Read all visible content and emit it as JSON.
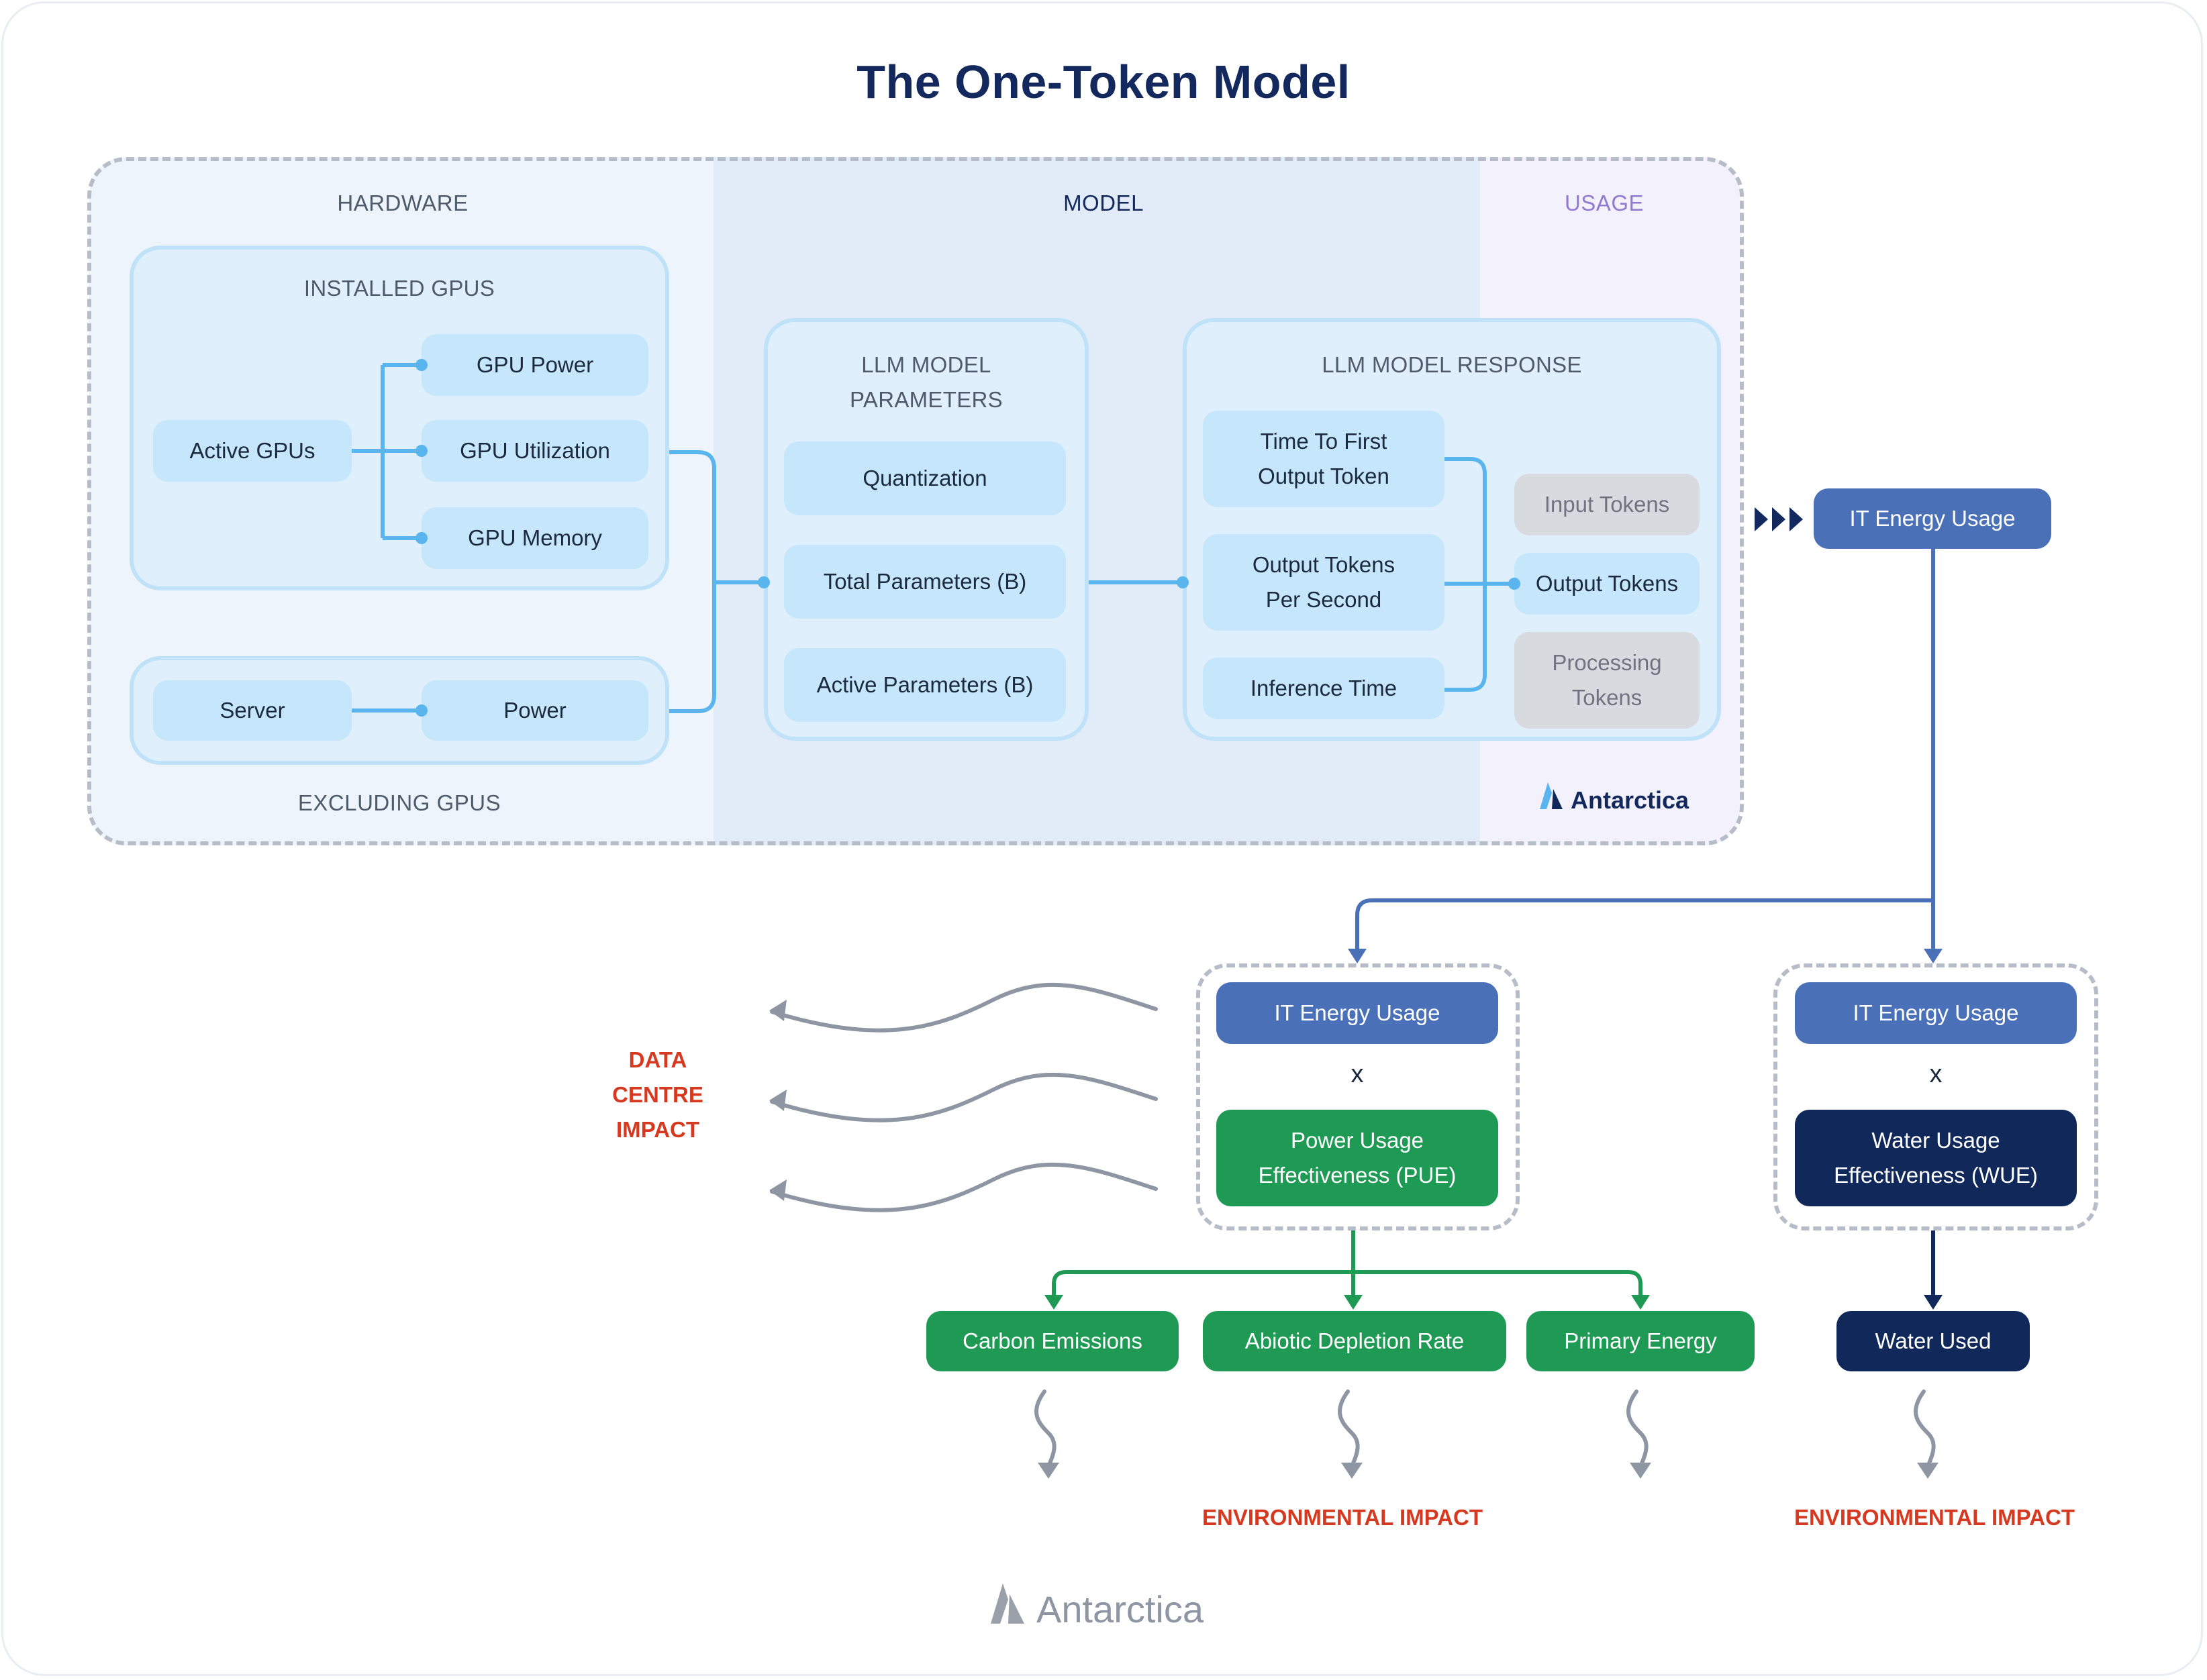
{
  "title": "The One-Token Model",
  "sections": {
    "hardware": "HARDWARE",
    "model": "MODEL",
    "usage": "USAGE"
  },
  "installed_gpus": {
    "header": "INSTALLED GPUS",
    "active_gpus": "Active GPUs",
    "gpu_power": "GPU Power",
    "gpu_utilization": "GPU Utilization",
    "gpu_memory": "GPU Memory"
  },
  "excluding_gpus": {
    "server": "Server",
    "power": "Power",
    "label": "EXCLUDING GPUS"
  },
  "llm_params": {
    "header_line1": "LLM MODEL",
    "header_line2": "PARAMETERS",
    "quantization": "Quantization",
    "total_parameters": "Total Parameters (B)",
    "active_parameters": "Active Parameters (B)"
  },
  "llm_response": {
    "header": "LLM MODEL RESPONSE",
    "ttft_line1": "Time To First",
    "ttft_line2": "Output Token",
    "otps_line1": "Output Tokens",
    "otps_line2": "Per Second",
    "inference_time": "Inference Time",
    "input_tokens": "Input Tokens",
    "output_tokens": "Output Tokens",
    "processing_line1": "Processing",
    "processing_line2": "Tokens"
  },
  "brand": "Antarctica",
  "it_energy_usage": "IT Energy Usage",
  "data_centre": {
    "it_energy_usage": "IT Energy Usage",
    "multiply": "x",
    "pue_line1": "Power Usage",
    "pue_line2": "Effectiveness (PUE)"
  },
  "water": {
    "it_energy_usage": "IT Energy Usage",
    "multiply": "x",
    "wue_line1": "Water Usage",
    "wue_line2": "Effectiveness (WUE)"
  },
  "impact_label": {
    "line1": "DATA",
    "line2": "CENTRE",
    "line3": "IMPACT"
  },
  "outputs": {
    "carbon": "Carbon Emissions",
    "abiotic": "Abiotic Depletion Rate",
    "primary": "Primary Energy",
    "water_used": "Water Used"
  },
  "environmental_impact": "ENVIRONMENTAL IMPACT",
  "colors": {
    "title": "#13285c",
    "light_blue": "#c5e6fb",
    "connector_blue": "#5ab4ee",
    "usage_blue": "#4a70b8",
    "green": "#1f9a55",
    "navy": "#10285a",
    "impact_red": "#d6391f",
    "arrow_gray": "#8f96a3"
  }
}
